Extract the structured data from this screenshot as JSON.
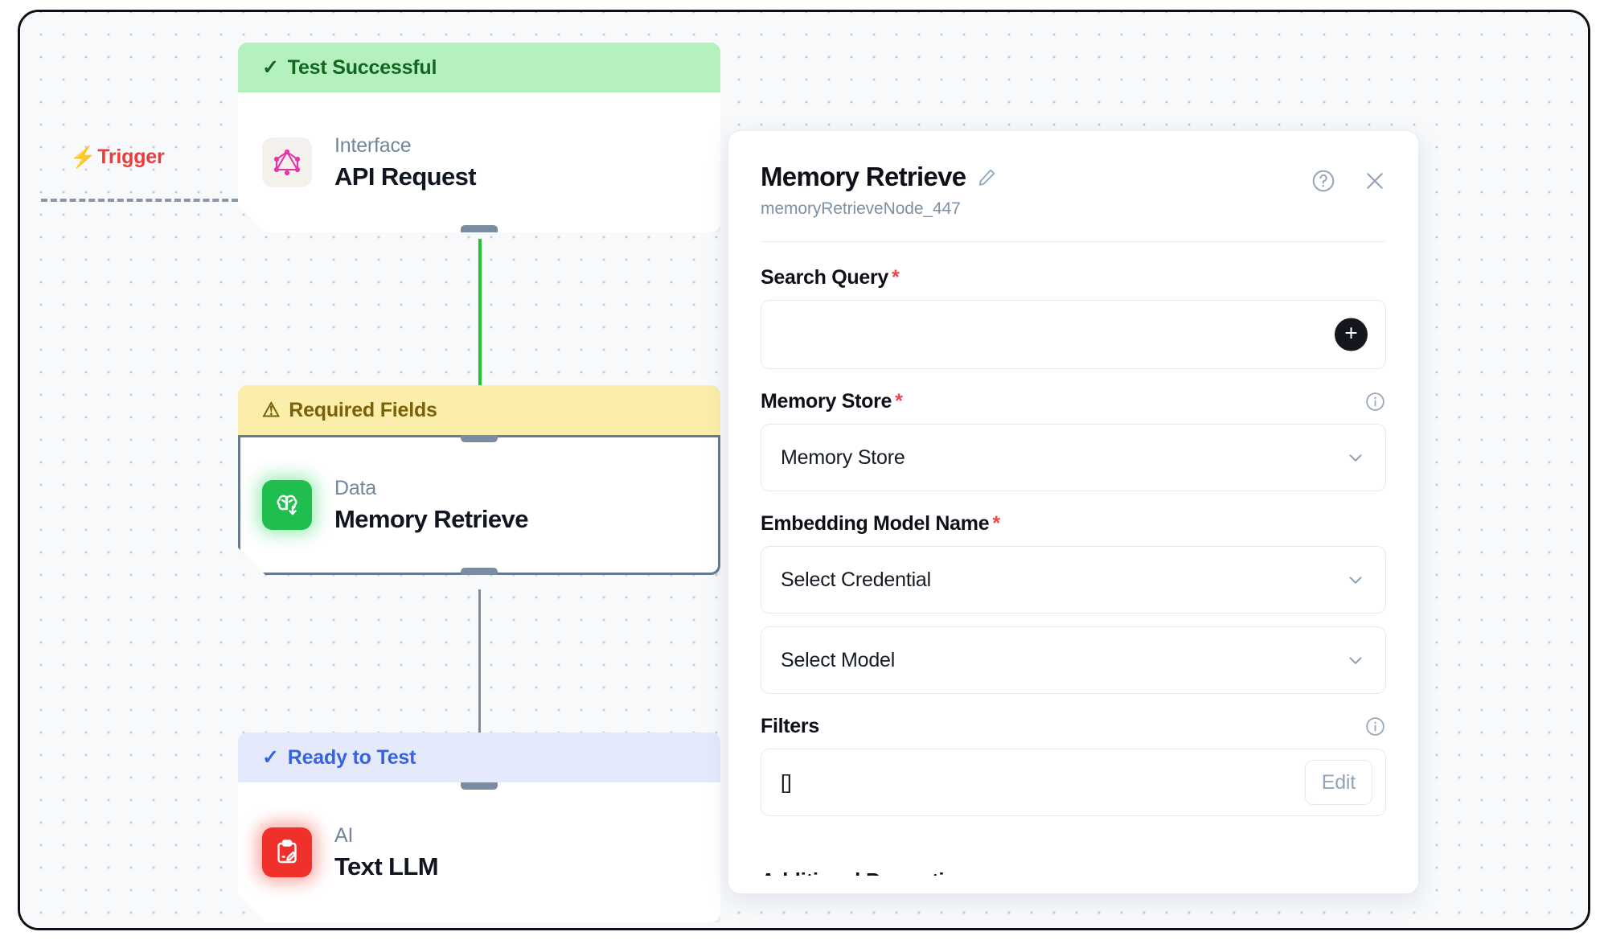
{
  "canvas": {
    "trigger": {
      "label": "Trigger",
      "icon": "lightning-bolt-icon",
      "color": "#eb3b3b"
    },
    "nodes": [
      {
        "status_label": "Test Successful",
        "status_type": "success",
        "status_icon": "check-icon",
        "kind": "Interface",
        "title": "API Request",
        "icon": "graphql-icon"
      },
      {
        "status_label": "Required Fields",
        "status_type": "warning",
        "status_icon": "warning-triangle-icon",
        "kind": "Data",
        "title": "Memory Retrieve",
        "icon": "brain-download-icon"
      },
      {
        "status_label": "Ready to Test",
        "status_type": "info",
        "status_icon": "check-icon",
        "kind": "AI",
        "title": "Text LLM",
        "icon": "clipboard-pencil-icon"
      }
    ],
    "edges": [
      {
        "from": "API Request",
        "to": "Memory Retrieve",
        "color": "#1fc62f"
      },
      {
        "from": "Memory Retrieve",
        "to": "Text LLM",
        "color": "#7a8ca1"
      }
    ]
  },
  "panel": {
    "title": "Memory Retrieve",
    "subtitle": "memoryRetrieveNode_447",
    "edit_title_icon": "pencil-icon",
    "help_icon": "question-circle-icon",
    "close_icon": "close-icon",
    "fields": {
      "search_query": {
        "label": "Search Query",
        "required": true,
        "value": "",
        "placeholder": "",
        "add_button_icon": "plus-icon"
      },
      "memory_store": {
        "label": "Memory Store",
        "required": true,
        "value": "Memory Store",
        "info_icon": "info-circle-icon",
        "chevron_icon": "chevron-down-icon"
      },
      "embedding_model_name": {
        "label": "Embedding Model Name",
        "required": true,
        "credential_value": "Select Credential",
        "model_value": "Select Model",
        "chevron_icon": "chevron-down-icon"
      },
      "filters": {
        "label": "Filters",
        "required": false,
        "value": "[]",
        "edit_label": "Edit",
        "info_icon": "info-circle-icon"
      },
      "additional_properties": {
        "label": "Additional Properties",
        "chevron_icon": "chevron-down-icon"
      }
    }
  },
  "colors": {
    "success_bg": "#b5f0bf",
    "success_text": "#14651f",
    "warning_bg": "#fbeeab",
    "warning_text": "#7a6208",
    "info_bg": "#e4eafc",
    "info_text": "#3663e0",
    "required_asterisk": "#f0444a",
    "edge_active": "#1fc62f",
    "edge_idle": "#7a8ca1"
  }
}
